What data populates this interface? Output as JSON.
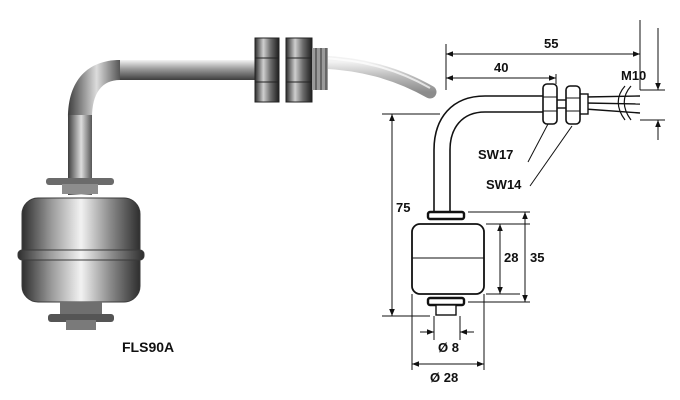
{
  "product": {
    "model": "FLS90A"
  },
  "drawing": {
    "dim_overall_length": "55",
    "dim_stem_length": "40",
    "thread_size": "M10",
    "wrench_size_nut_outer": "SW17",
    "wrench_size_nut_inner": "SW14",
    "dim_overall_height": "75",
    "dim_float_height": "28",
    "dim_float_assembly_height": "35",
    "dim_stem_diameter": "Ø 8",
    "dim_float_diameter": "Ø 28"
  },
  "colors": {
    "steel_light": "#e6e6e6",
    "steel_mid": "#a8a8a8",
    "steel_dark": "#4a4a4a",
    "line": "#111111"
  }
}
